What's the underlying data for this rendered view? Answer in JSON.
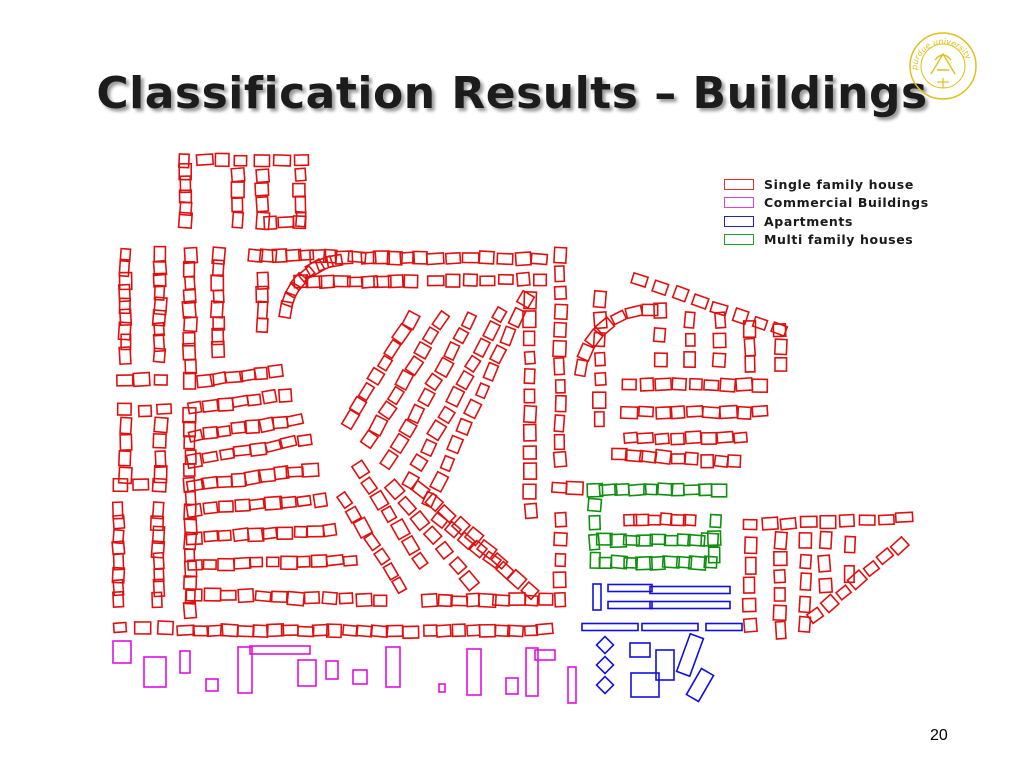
{
  "slide": {
    "title": "Classification Results – Buildings",
    "page_number": "20"
  },
  "logo": {
    "text": "purdue university",
    "color": "#e0c020"
  },
  "legend": [
    {
      "label": "Single family house",
      "color": "#e03030"
    },
    {
      "label": "Commercial  Buildings",
      "color": "#e040e0"
    },
    {
      "label": "Apartments",
      "color": "#2020d0"
    },
    {
      "label": "Multi family houses",
      "color": "#20a020"
    }
  ],
  "colors": {
    "single_family": "#e01010",
    "commercial": "#e010e0",
    "apartments": "#1010e0",
    "multi_family": "#109010"
  }
}
